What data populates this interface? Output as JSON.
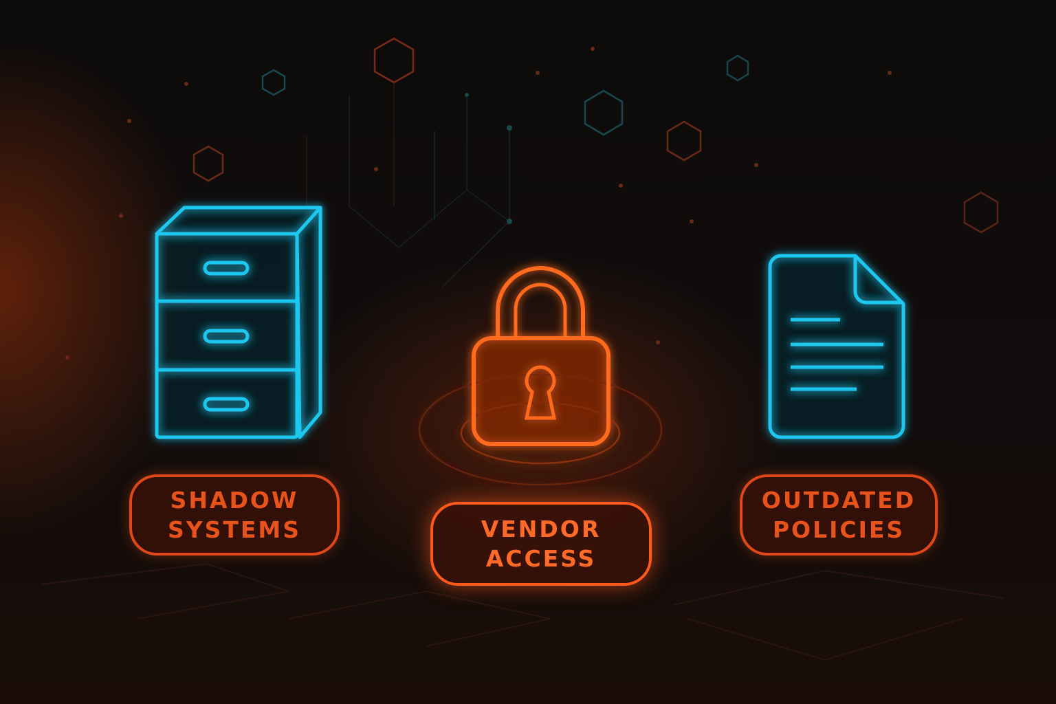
{
  "items": [
    {
      "label_line1": "SHADOW",
      "label_line2": "SYSTEMS",
      "icon": "filing-cabinet-icon"
    },
    {
      "label_line1": "VENDOR",
      "label_line2": "ACCESS",
      "icon": "padlock-icon"
    },
    {
      "label_line1": "OUTDATED",
      "label_line2": "POLICIES",
      "icon": "document-icon"
    }
  ],
  "colors": {
    "cyan": "#1ec8f0",
    "orange": "#ff6a1c",
    "label": "#e0481a"
  }
}
